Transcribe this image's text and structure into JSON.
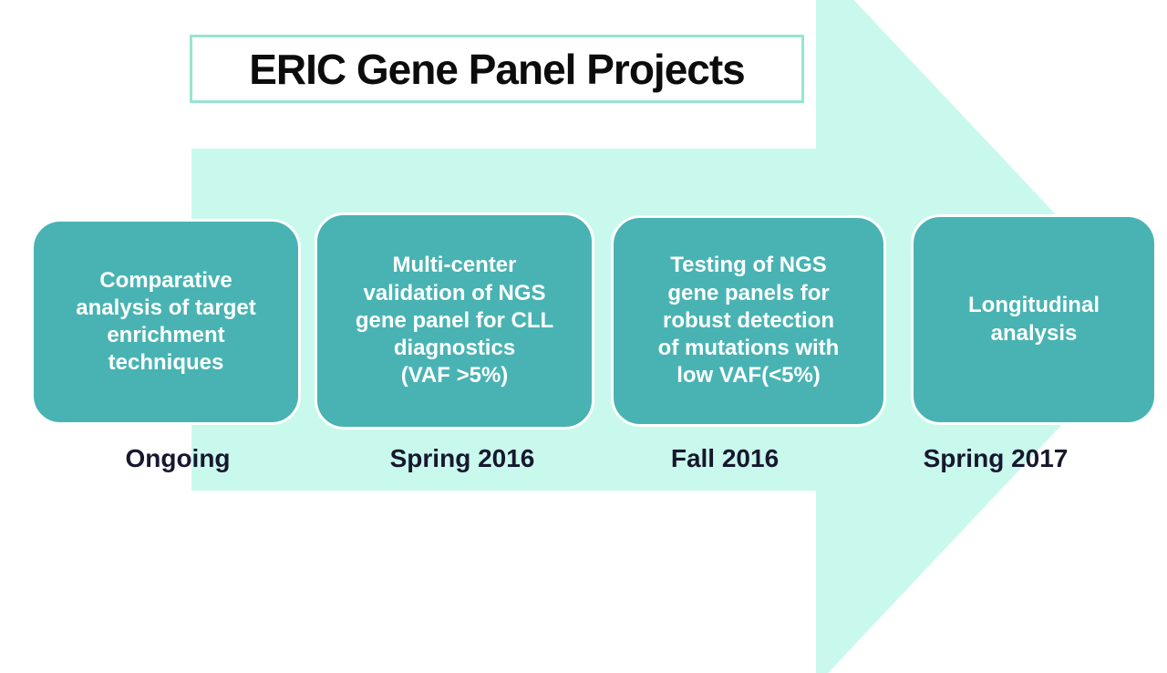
{
  "title": {
    "text": "ERIC Gene Panel Projects"
  },
  "colors": {
    "arrow_mint": "#c8f9ec",
    "box_teal": "#49b3b3",
    "title_border": "#95e6d1",
    "date_text": "#17172e",
    "box_text": "#ffffff",
    "title_text": "#0c0c0c"
  },
  "projects": [
    {
      "title": "Comparative\nanalysis of target\nenrichment\ntechniques",
      "date": "Ongoing"
    },
    {
      "title": "Multi-center\nvalidation of NGS\ngene panel for CLL\ndiagnostics\n(VAF >5%)",
      "date": "Spring 2016"
    },
    {
      "title": "Testing of NGS\ngene panels for\nrobust detection\nof mutations with\nlow VAF(<5%)",
      "date": "Fall 2016"
    },
    {
      "title": "Longitudinal\nanalysis",
      "date": "Spring 2017"
    }
  ]
}
